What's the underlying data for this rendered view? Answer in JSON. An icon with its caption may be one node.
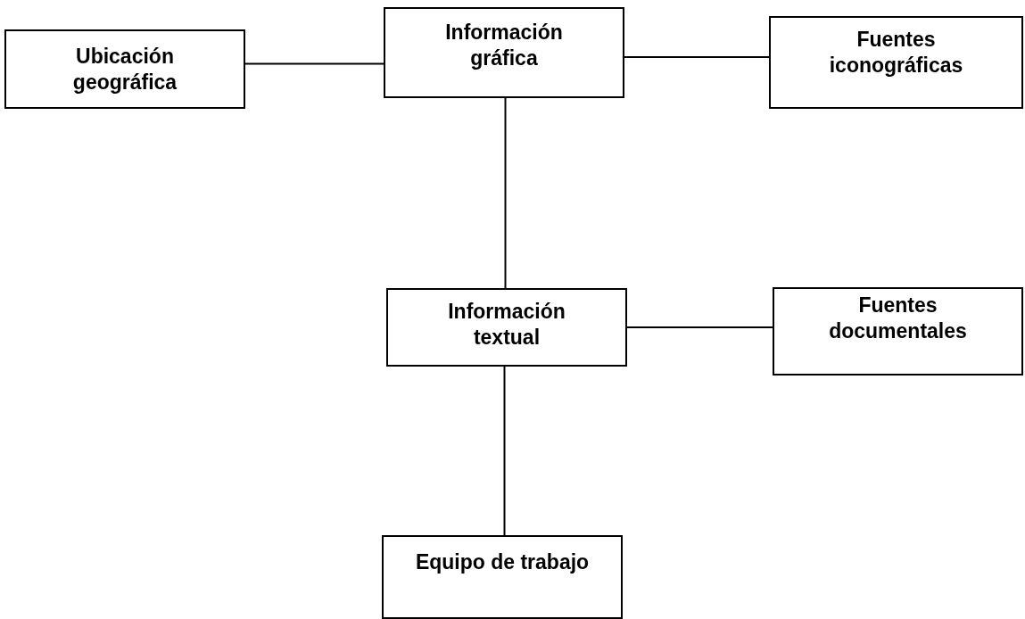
{
  "diagram": {
    "nodes": [
      {
        "text": [
          "Ubicación geográfica"
        ]
      },
      {
        "text": [
          "Información gráfica"
        ]
      },
      {
        "text": [
          "Fuentes iconográficas"
        ]
      },
      {
        "text": [
          "Información textual"
        ]
      },
      {
        "text": [
          "Fuentes documentales"
        ]
      },
      {
        "text": [
          "Equipo de trabajo"
        ]
      }
    ],
    "edges": [
      {
        "from": 0,
        "to": 1,
        "arrow": "none"
      },
      {
        "from": 1,
        "to": 2,
        "arrow": "none"
      },
      {
        "from": 1,
        "to": 3,
        "arrow": "none"
      },
      {
        "from": 3,
        "to": 4,
        "arrow": "none"
      },
      {
        "from": 3,
        "to": 5,
        "arrow": "none"
      }
    ]
  }
}
